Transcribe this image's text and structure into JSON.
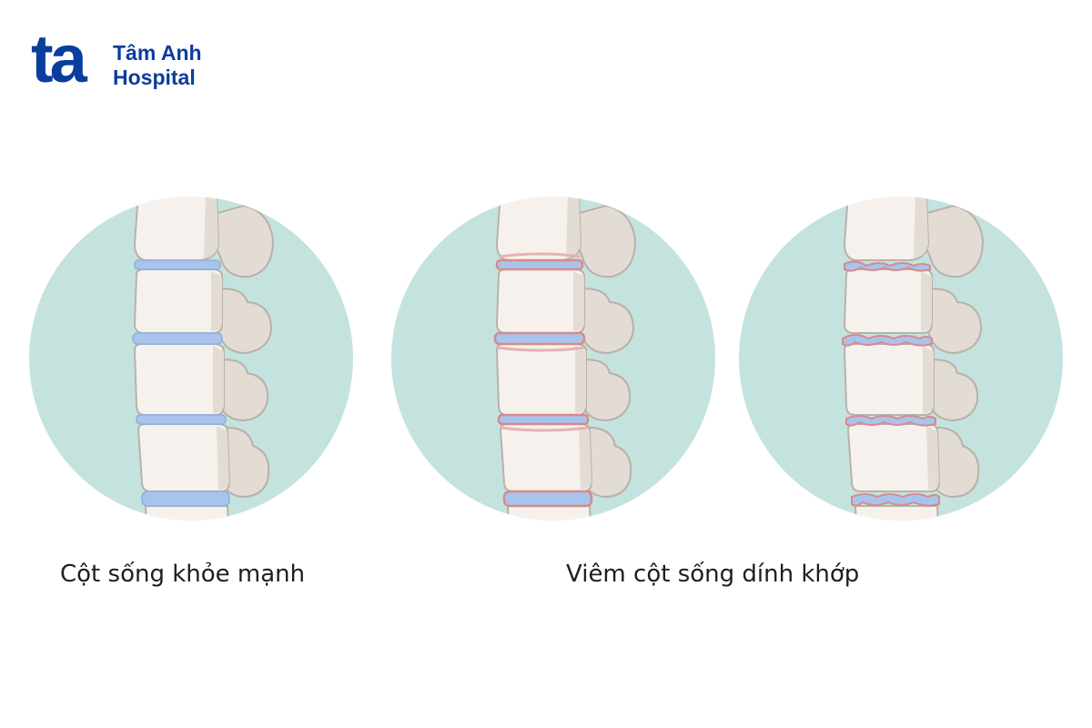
{
  "logo": {
    "mark": "ta",
    "name_line1": "Tâm Anh",
    "name_line2": "Hospital",
    "color": "#0a3d9e"
  },
  "panels": [
    {
      "id": "healthy",
      "disc": "normal"
    },
    {
      "id": "ankylosing-mild",
      "disc": "inflamed"
    },
    {
      "id": "ankylosing-severe",
      "disc": "fused"
    }
  ],
  "captions": {
    "healthy": "Cột sống khỏe mạnh",
    "ankylosing": "Viêm cột sống dính khớp"
  },
  "colors": {
    "circle_bg": "#c4e3df",
    "bone_fill": "#f6f1ec",
    "bone_shade": "#ddd5ce",
    "bone_outline": "#b9b1aa",
    "disc_blue": "#a8c4ec",
    "inflamed_red": "#d98a8a"
  }
}
